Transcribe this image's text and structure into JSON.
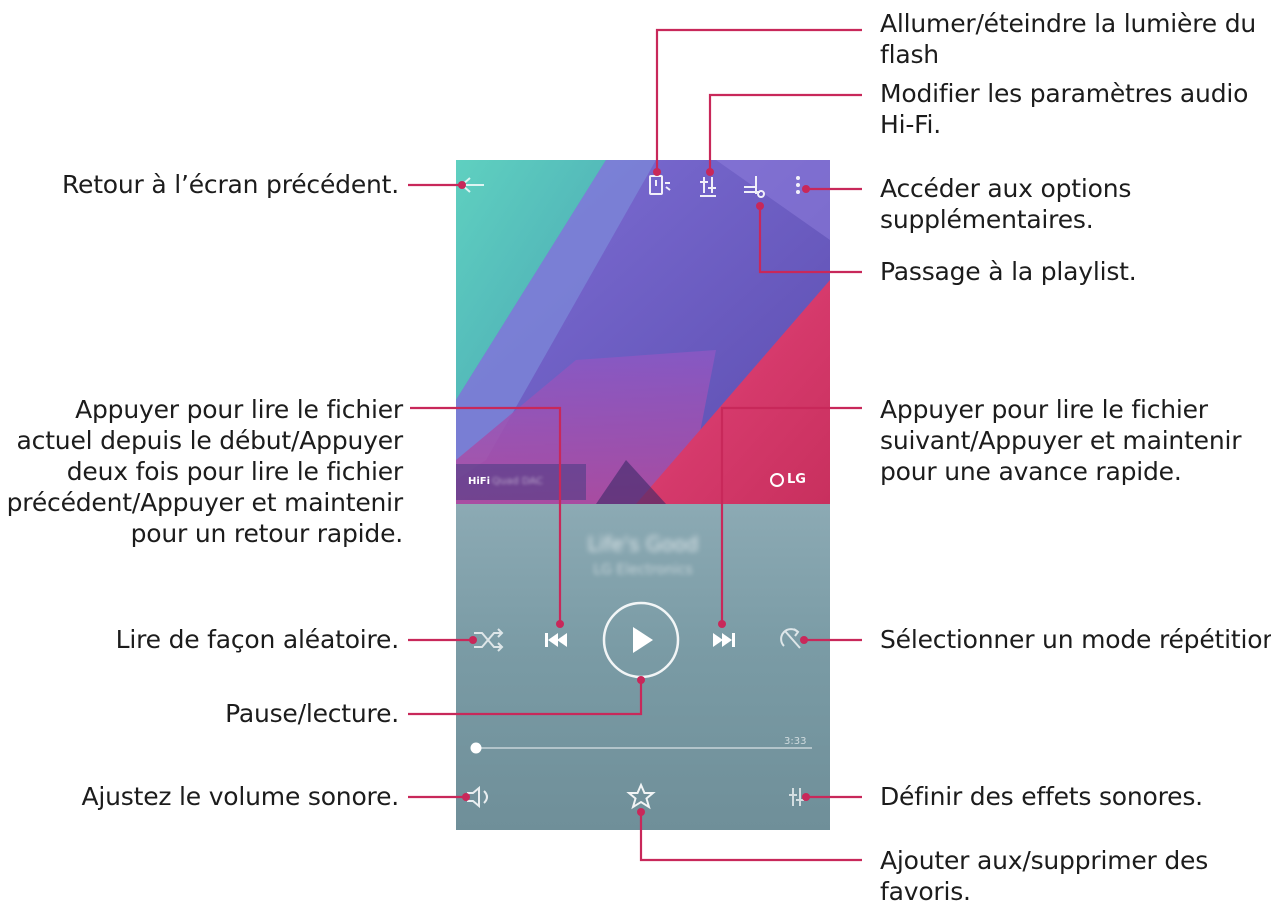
{
  "callouts": {
    "back": "Retour à l’écran précédent.",
    "flash_line1": "Allumer/éteindre la lumière du",
    "flash_line2": "flash",
    "hifi_line1": "Modifier les paramètres audio",
    "hifi_line2": "Hi-Fi.",
    "options_line1": "Accéder aux options",
    "options_line2": "supplémentaires.",
    "playlist": "Passage à la playlist.",
    "prev_line1": "Appuyer pour lire le fichier",
    "prev_line2": "actuel depuis le début/Appuyer",
    "prev_line3": "deux fois pour lire le fichier",
    "prev_line4": "précédent/Appuyer et maintenir",
    "prev_line5": "pour un retour rapide.",
    "next_line1": "Appuyer pour lire le fichier",
    "next_line2": "suivant/Appuyer et maintenir",
    "next_line3": "pour une avance rapide.",
    "shuffle": "Lire de façon aléatoire.",
    "repeat": "Sélectionner un mode répétition",
    "play": "Pause/lecture.",
    "volume": "Ajustez le volume sonore.",
    "effects": "Définir des effets sonores.",
    "favorite_line1": "Ajouter aux/supprimer des",
    "favorite_line2": "favoris."
  },
  "screen": {
    "song_title": "Life's Good",
    "song_artist": "LG Electronics",
    "time_total": "3:33",
    "hifi_tag": "HiFi",
    "hifi_text": "Quad DAC",
    "logo_text": "LG"
  },
  "colors": {
    "callout_line": "#c8285a",
    "album_teal": "#5ec4b6",
    "album_purple": "#6b5fc4",
    "album_pink": "#d2406e",
    "player_bg": "#7fa0a9"
  },
  "icons": {
    "back": "back-arrow-icon",
    "flash": "flash-icon",
    "hifi": "hifi-equalizer-icon",
    "playlist": "playlist-icon",
    "more": "more-vertical-icon",
    "prev": "skip-previous-icon",
    "play": "play-icon",
    "next": "skip-next-icon",
    "shuffle": "shuffle-icon",
    "repeat": "repeat-icon",
    "volume": "volume-icon",
    "favorite": "star-icon",
    "effects": "sound-effects-icon"
  }
}
